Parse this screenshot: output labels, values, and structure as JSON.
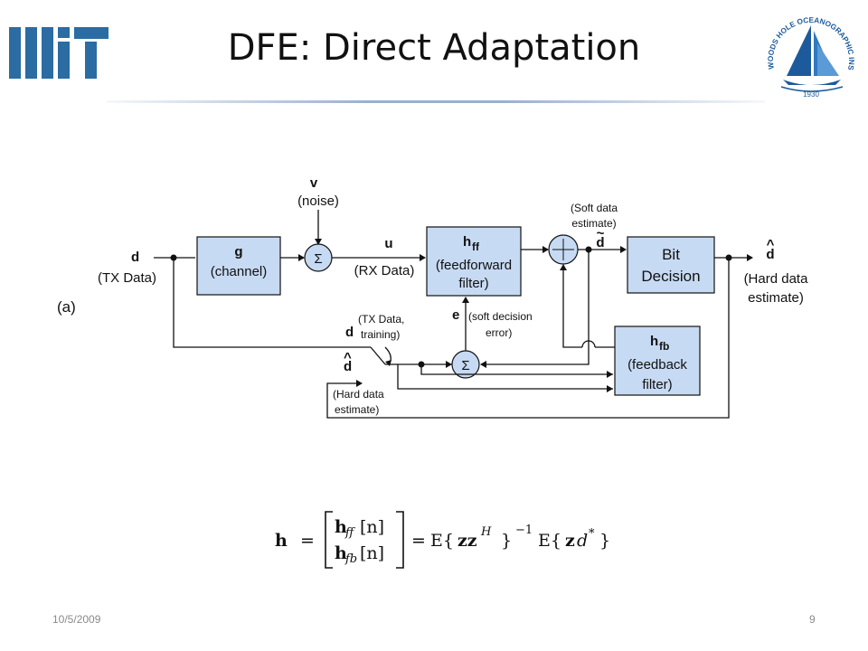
{
  "slide": {
    "title": "DFE: Direct Adaptation",
    "date": "10/5/2009",
    "page_number": "9"
  },
  "logos": {
    "left": {
      "name": "mit-logo"
    },
    "right": {
      "name": "whoi-logo",
      "text": "WOODS HOLE OCEANOGRAPHIC INSTITUTION",
      "year": "1930"
    }
  },
  "diagram": {
    "panel_label": "(a)",
    "blocks": {
      "channel": {
        "symbol": "g",
        "text": "(channel)"
      },
      "feedforward": {
        "symbol": "h",
        "sub": "ff",
        "line1": "(feedforward",
        "line2": "filter)"
      },
      "decision": {
        "line1": "Bit",
        "line2": "Decision"
      },
      "feedback": {
        "symbol": "h",
        "sub": "fb",
        "line1": "(feedback",
        "line2": "filter)"
      }
    },
    "sum_symbol": "Σ",
    "signals": {
      "d": "d",
      "tx_data": "(TX Data)",
      "v": "v",
      "noise": "(noise)",
      "u": "u",
      "rx_data": "(RX Data)",
      "soft_estimate_1": "(Soft data",
      "soft_estimate_2": "estimate)",
      "d_tilde": "d",
      "d_hat": "d",
      "hard_estimate_1": "(Hard data",
      "hard_estimate_2": "estimate)",
      "e": "e",
      "soft_error_1": "(soft decision",
      "soft_error_2": "error)",
      "switch_d": "d",
      "switch_training_1": "(TX Data,",
      "switch_training_2": "training)",
      "switch_dhat": "d",
      "switch_hard_1": "(Hard data",
      "switch_hard_2": "estimate)"
    },
    "accents": {
      "tilde": "~",
      "hat": "^"
    }
  },
  "equation": {
    "lhs": "h",
    "eq": "=",
    "top_h": "h",
    "top_sub": "ff",
    "top_arg": "[n]",
    "bot_h": "h",
    "bot_sub": "fb",
    "bot_arg": "[n]",
    "E1": "E{",
    "zz": "zz",
    "H": "H",
    "close1": "}",
    "inv": "−1",
    "E2": "E{",
    "z": "z",
    "dstar": "d",
    "star": "*",
    "close2": "}"
  },
  "colors": {
    "block_fill": "#c7daf3",
    "mit_red": "#a31f34",
    "mit_gray": "#8a8b8c",
    "whoi_blue": "#1c5a9c"
  }
}
